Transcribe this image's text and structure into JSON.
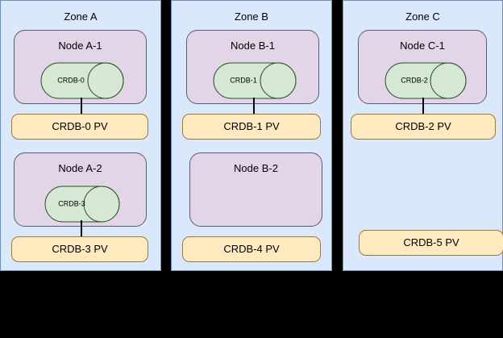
{
  "diagram": {
    "background_color": "#000000",
    "zone_fill": "#dae8fc",
    "node_fill": "#e1d5e7",
    "cylinder_fill": "#d5e8d4",
    "pv_fill": "#ffe9bf"
  },
  "zones": [
    {
      "title": "Zone A",
      "rows": [
        {
          "node": {
            "title": "Node A-1",
            "cylinder": {
              "label": "CRDB-0"
            }
          },
          "pv": {
            "label": "CRDB-0 PV"
          },
          "connected": true
        },
        {
          "node": {
            "title": "Node A-2",
            "cylinder": {
              "label": "CRDB-3"
            }
          },
          "pv": {
            "label": "CRDB-3 PV"
          },
          "connected": true
        }
      ]
    },
    {
      "title": "Zone B",
      "rows": [
        {
          "node": {
            "title": "Node B-1",
            "cylinder": {
              "label": "CRDB-1"
            }
          },
          "pv": {
            "label": "CRDB-1 PV"
          },
          "connected": true
        },
        {
          "node": {
            "title": "Node B-2",
            "cylinder": null
          },
          "pv": {
            "label": "CRDB-4 PV"
          },
          "connected": false
        }
      ]
    },
    {
      "title": "Zone C",
      "rows": [
        {
          "node": {
            "title": "Node C-1",
            "cylinder": {
              "label": "CRDB-2"
            }
          },
          "pv": {
            "label": "CRDB-2 PV"
          },
          "connected": true
        },
        {
          "node": null,
          "pv": {
            "label": "CRDB-5 PV"
          },
          "connected": false
        }
      ]
    }
  ]
}
